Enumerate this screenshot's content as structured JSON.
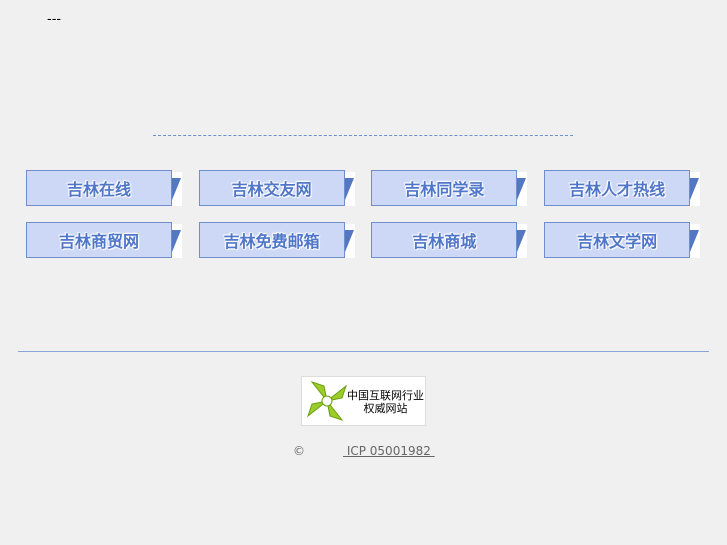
{
  "top_marker": "---",
  "links": [
    "吉林在线",
    "吉林交友网",
    "吉林同学录",
    "吉林人才热线",
    "吉林商贸网",
    "吉林免费邮箱",
    "吉林商城",
    "吉林文学网"
  ],
  "badge": {
    "line1": "中国互联网行业",
    "line2": "权威网站"
  },
  "footer": {
    "copyright": "©",
    "icp": " ICP 05001982 "
  }
}
